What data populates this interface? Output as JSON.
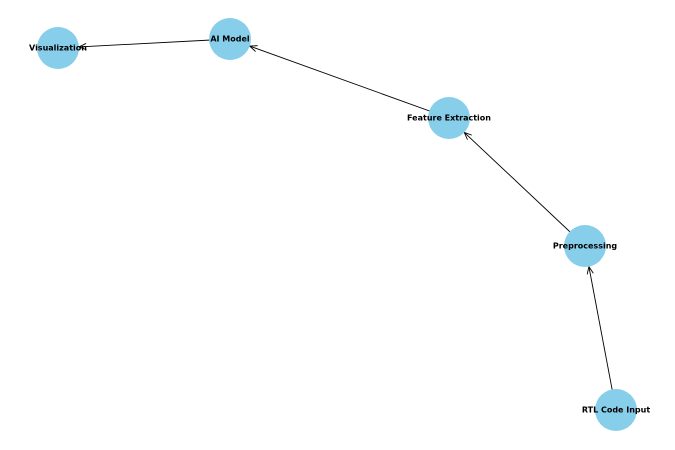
{
  "diagram": {
    "type": "directed-graph",
    "colors": {
      "node_fill": "#87ceeb",
      "edge": "#000000",
      "label": "#000000",
      "background": "#ffffff"
    },
    "nodes": [
      {
        "id": "rtl",
        "label": "RTL Code Input"
      },
      {
        "id": "pre",
        "label": "Preprocessing"
      },
      {
        "id": "fe",
        "label": "Feature Extraction"
      },
      {
        "id": "ai",
        "label": "AI Model"
      },
      {
        "id": "vis",
        "label": "Visualization"
      }
    ],
    "edges": [
      {
        "from": "rtl",
        "to": "pre"
      },
      {
        "from": "pre",
        "to": "fe"
      },
      {
        "from": "fe",
        "to": "ai"
      },
      {
        "from": "ai",
        "to": "vis"
      }
    ]
  }
}
